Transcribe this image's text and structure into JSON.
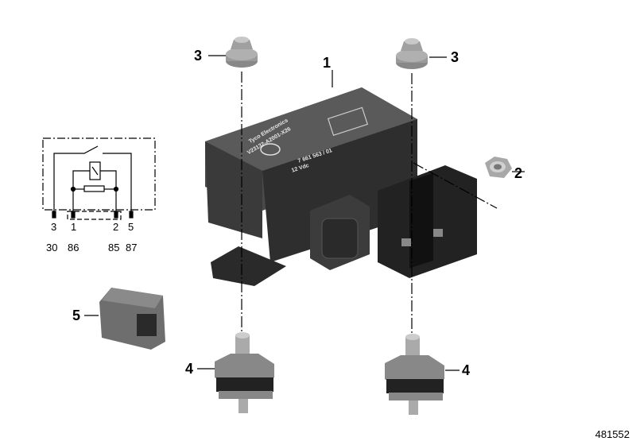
{
  "callouts": {
    "relay": "1",
    "lock_nut": "2",
    "flange_nut_left": "3",
    "flange_nut_right": "3",
    "rubber_mount_left": "4",
    "rubber_mount_right": "4",
    "connector_housing": "5"
  },
  "schematic": {
    "pin_numbers": [
      "3",
      "1",
      "2",
      "5"
    ],
    "terminal_numbers": [
      "30",
      "86",
      "85",
      "87"
    ]
  },
  "relay_markings": {
    "maker": "Tyco Electronics",
    "type": "V23132-A2001-X26",
    "part_no": "7 661 563 / 01",
    "rating": "12 Vdc"
  },
  "diagram_id": "481552",
  "colors": {
    "relay_body": "#3a3a3a",
    "nut": "#9a9a9a",
    "rubber": "#2a2a2a",
    "connector": "#6e6e6e"
  }
}
